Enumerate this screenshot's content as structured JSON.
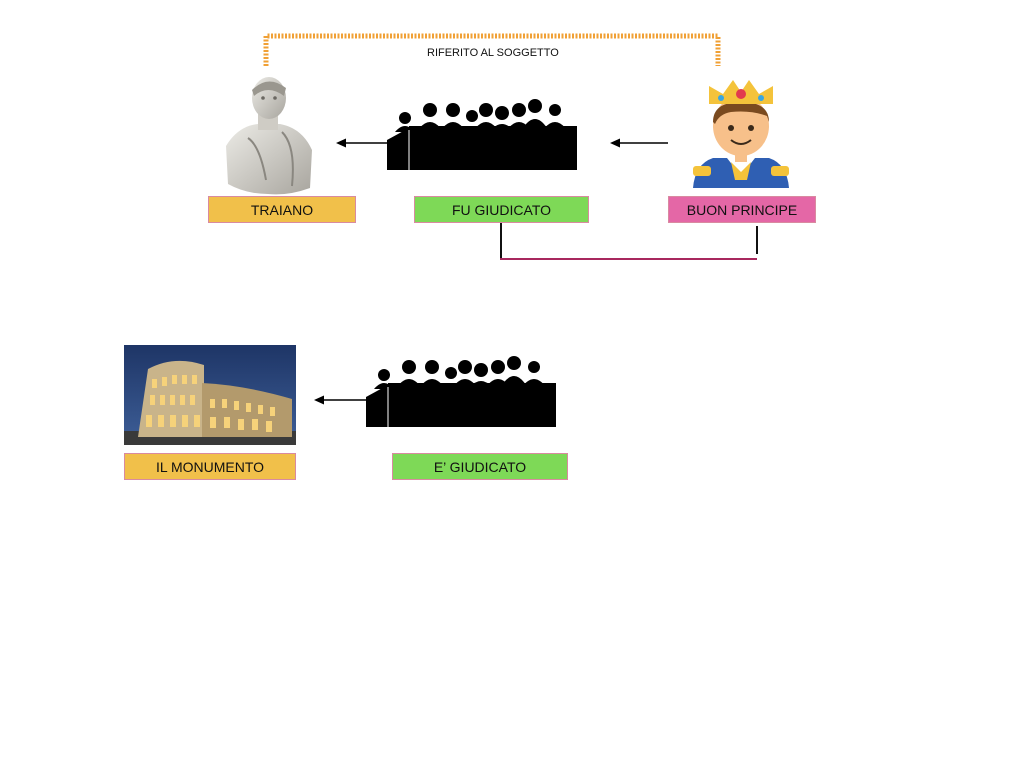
{
  "colors": {
    "orange_box": "#f1c04a",
    "green_box": "#7ed957",
    "pink_box": "#e467a6",
    "bracket": "#f0a035",
    "connector": "#a8285e"
  },
  "top_row": {
    "bracket_caption": "RIFERITO AL SOGGETTO",
    "subject_label": "TRAIANO",
    "verb_label": "FU GIUDICATO",
    "complement_label": "BUON PRINCIPE",
    "subject_image": "bust-of-trajan",
    "verb_image": "jury-silhouette",
    "complement_image": "prince-emoji"
  },
  "bottom_row": {
    "subject_label": "IL MONUMENTO",
    "verb_label": "E’ GIUDICATO",
    "subject_image": "colosseum-photo",
    "verb_image": "jury-silhouette"
  }
}
